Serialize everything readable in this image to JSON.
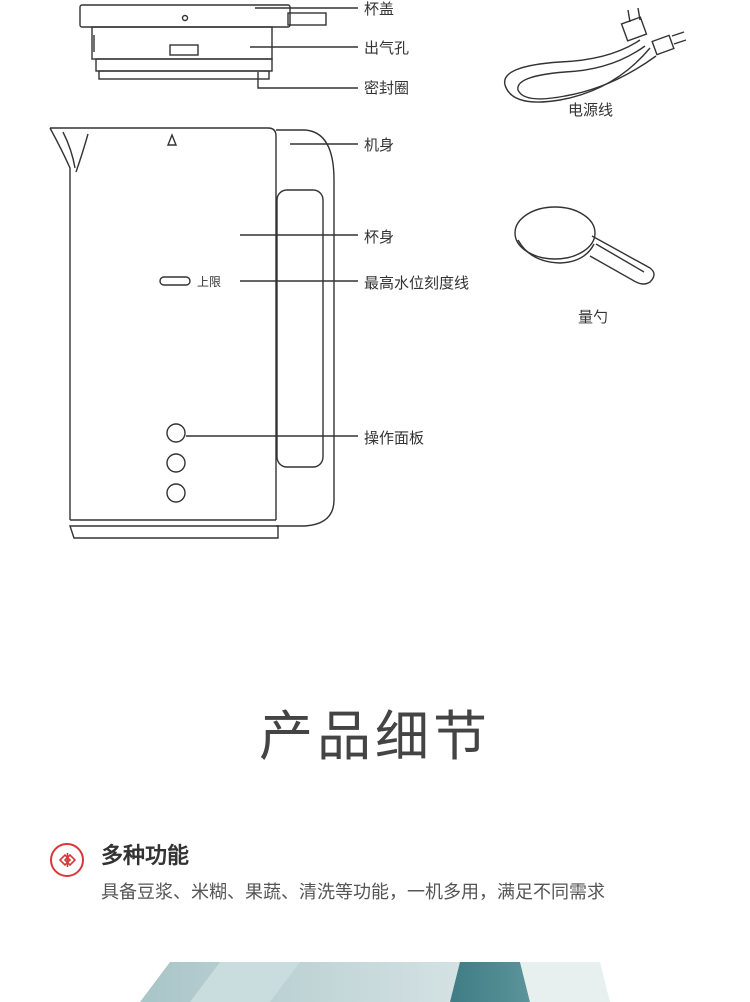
{
  "diagram": {
    "labels": {
      "lid": "杯盖",
      "vent": "出气孔",
      "seal": "密封圈",
      "body": "机身",
      "cup_body": "杯身",
      "max_line": "最高水位刻度线",
      "panel": "操作面板",
      "cord": "电源线",
      "spoon": "量勺",
      "max_marker": "上限"
    }
  },
  "section": {
    "title": "产品细节"
  },
  "feature": {
    "title": "多种功能",
    "description": "具备豆浆、米糊、果蔬、清洗等功能，一机多用，满足不同需求",
    "accent_color": "#d9383a"
  },
  "colors": {
    "line": "#333333",
    "text": "#333333"
  }
}
